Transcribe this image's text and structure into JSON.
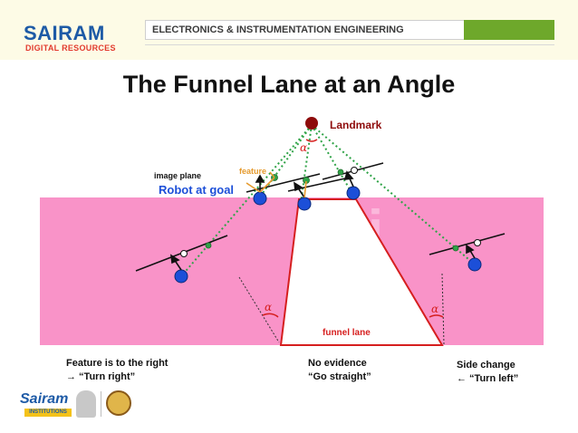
{
  "header": {
    "logo_main": "SAIRAM",
    "logo_sub": "DIGITAL RESOURCES",
    "department": "ELECTRONICS & INSTRUMENTATION ENGINEERING"
  },
  "title": "The Funnel Lane at an Angle",
  "diagram": {
    "landmark": "Landmark",
    "alpha": "α",
    "feature": "feature",
    "image_plane": "image plane",
    "robot_at_goal": "Robot at goal",
    "funnel_lane": "funnel lane",
    "watermark": "Sai",
    "captions": {
      "left": {
        "line1": "Feature is to the right",
        "line2": "→ “Turn right”"
      },
      "center": {
        "line1": "No evidence",
        "line2": "“Go straight”"
      },
      "right": {
        "line1": "Side change",
        "line2": "← “Turn left”"
      }
    }
  },
  "footer": {
    "logo_main": "Sairam",
    "logo_sub": "INSTITUTIONS"
  },
  "colors": {
    "pink": "#f993c8",
    "funnel_red": "#d61f1f",
    "robot_blue": "#1c4fd8",
    "landmark": "#8e0b0b",
    "sight_green": "#2fa347",
    "feature_orange": "#e59a2d",
    "logo_blue": "#1d5aa6"
  }
}
